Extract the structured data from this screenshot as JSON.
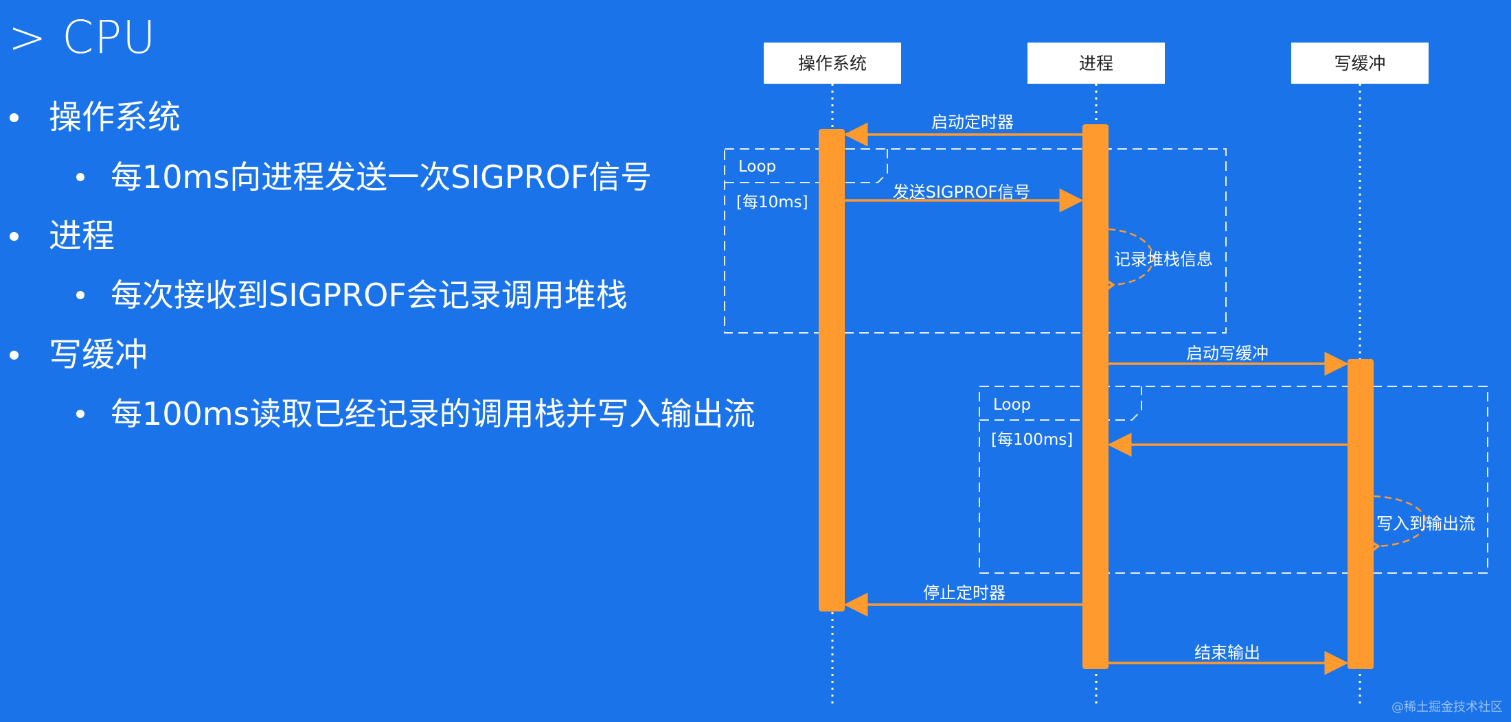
{
  "slide": {
    "title": "> CPU",
    "bullets": [
      {
        "level": 1,
        "text": "操作系统"
      },
      {
        "level": 2,
        "text": "每10ms向进程发送一次SIGPROF信号"
      },
      {
        "level": 1,
        "text": "进程"
      },
      {
        "level": 2,
        "text": "每次接收到SIGPROF会记录调用堆栈"
      },
      {
        "level": 1,
        "text": "写缓冲"
      },
      {
        "level": 2,
        "text": "每100ms读取已经记录的调用栈并写入输出流"
      }
    ],
    "watermark": "@稀土掘金技术社区"
  },
  "diagram": {
    "participants": [
      "操作系统",
      "进程",
      "写缓冲"
    ],
    "messages": [
      {
        "label": "启动定时器",
        "from": "进程",
        "to": "操作系统"
      },
      {
        "label": "发送SIGPROF信号",
        "from": "操作系统",
        "to": "进程"
      },
      {
        "label": "记录堆栈信息",
        "from": "进程",
        "to": "进程"
      },
      {
        "label": "启动写缓冲",
        "from": "进程",
        "to": "写缓冲"
      },
      {
        "label": "",
        "from": "写缓冲",
        "to": "进程"
      },
      {
        "label": "写入到输出流",
        "from": "写缓冲",
        "to": "写缓冲"
      },
      {
        "label": "停止定时器",
        "from": "进程",
        "to": "操作系统"
      },
      {
        "label": "结束输出",
        "from": "进程",
        "to": "写缓冲"
      }
    ],
    "loops": [
      {
        "label": "Loop",
        "condition": "[每10ms]"
      },
      {
        "label": "Loop",
        "condition": "[每100ms]"
      }
    ],
    "colors": {
      "background": "#1a73e8",
      "activation": "#ff9a2e",
      "arrow": "#ff9a2e",
      "loop_border": "#e8eefc",
      "participant_box": "#ffffff"
    }
  }
}
